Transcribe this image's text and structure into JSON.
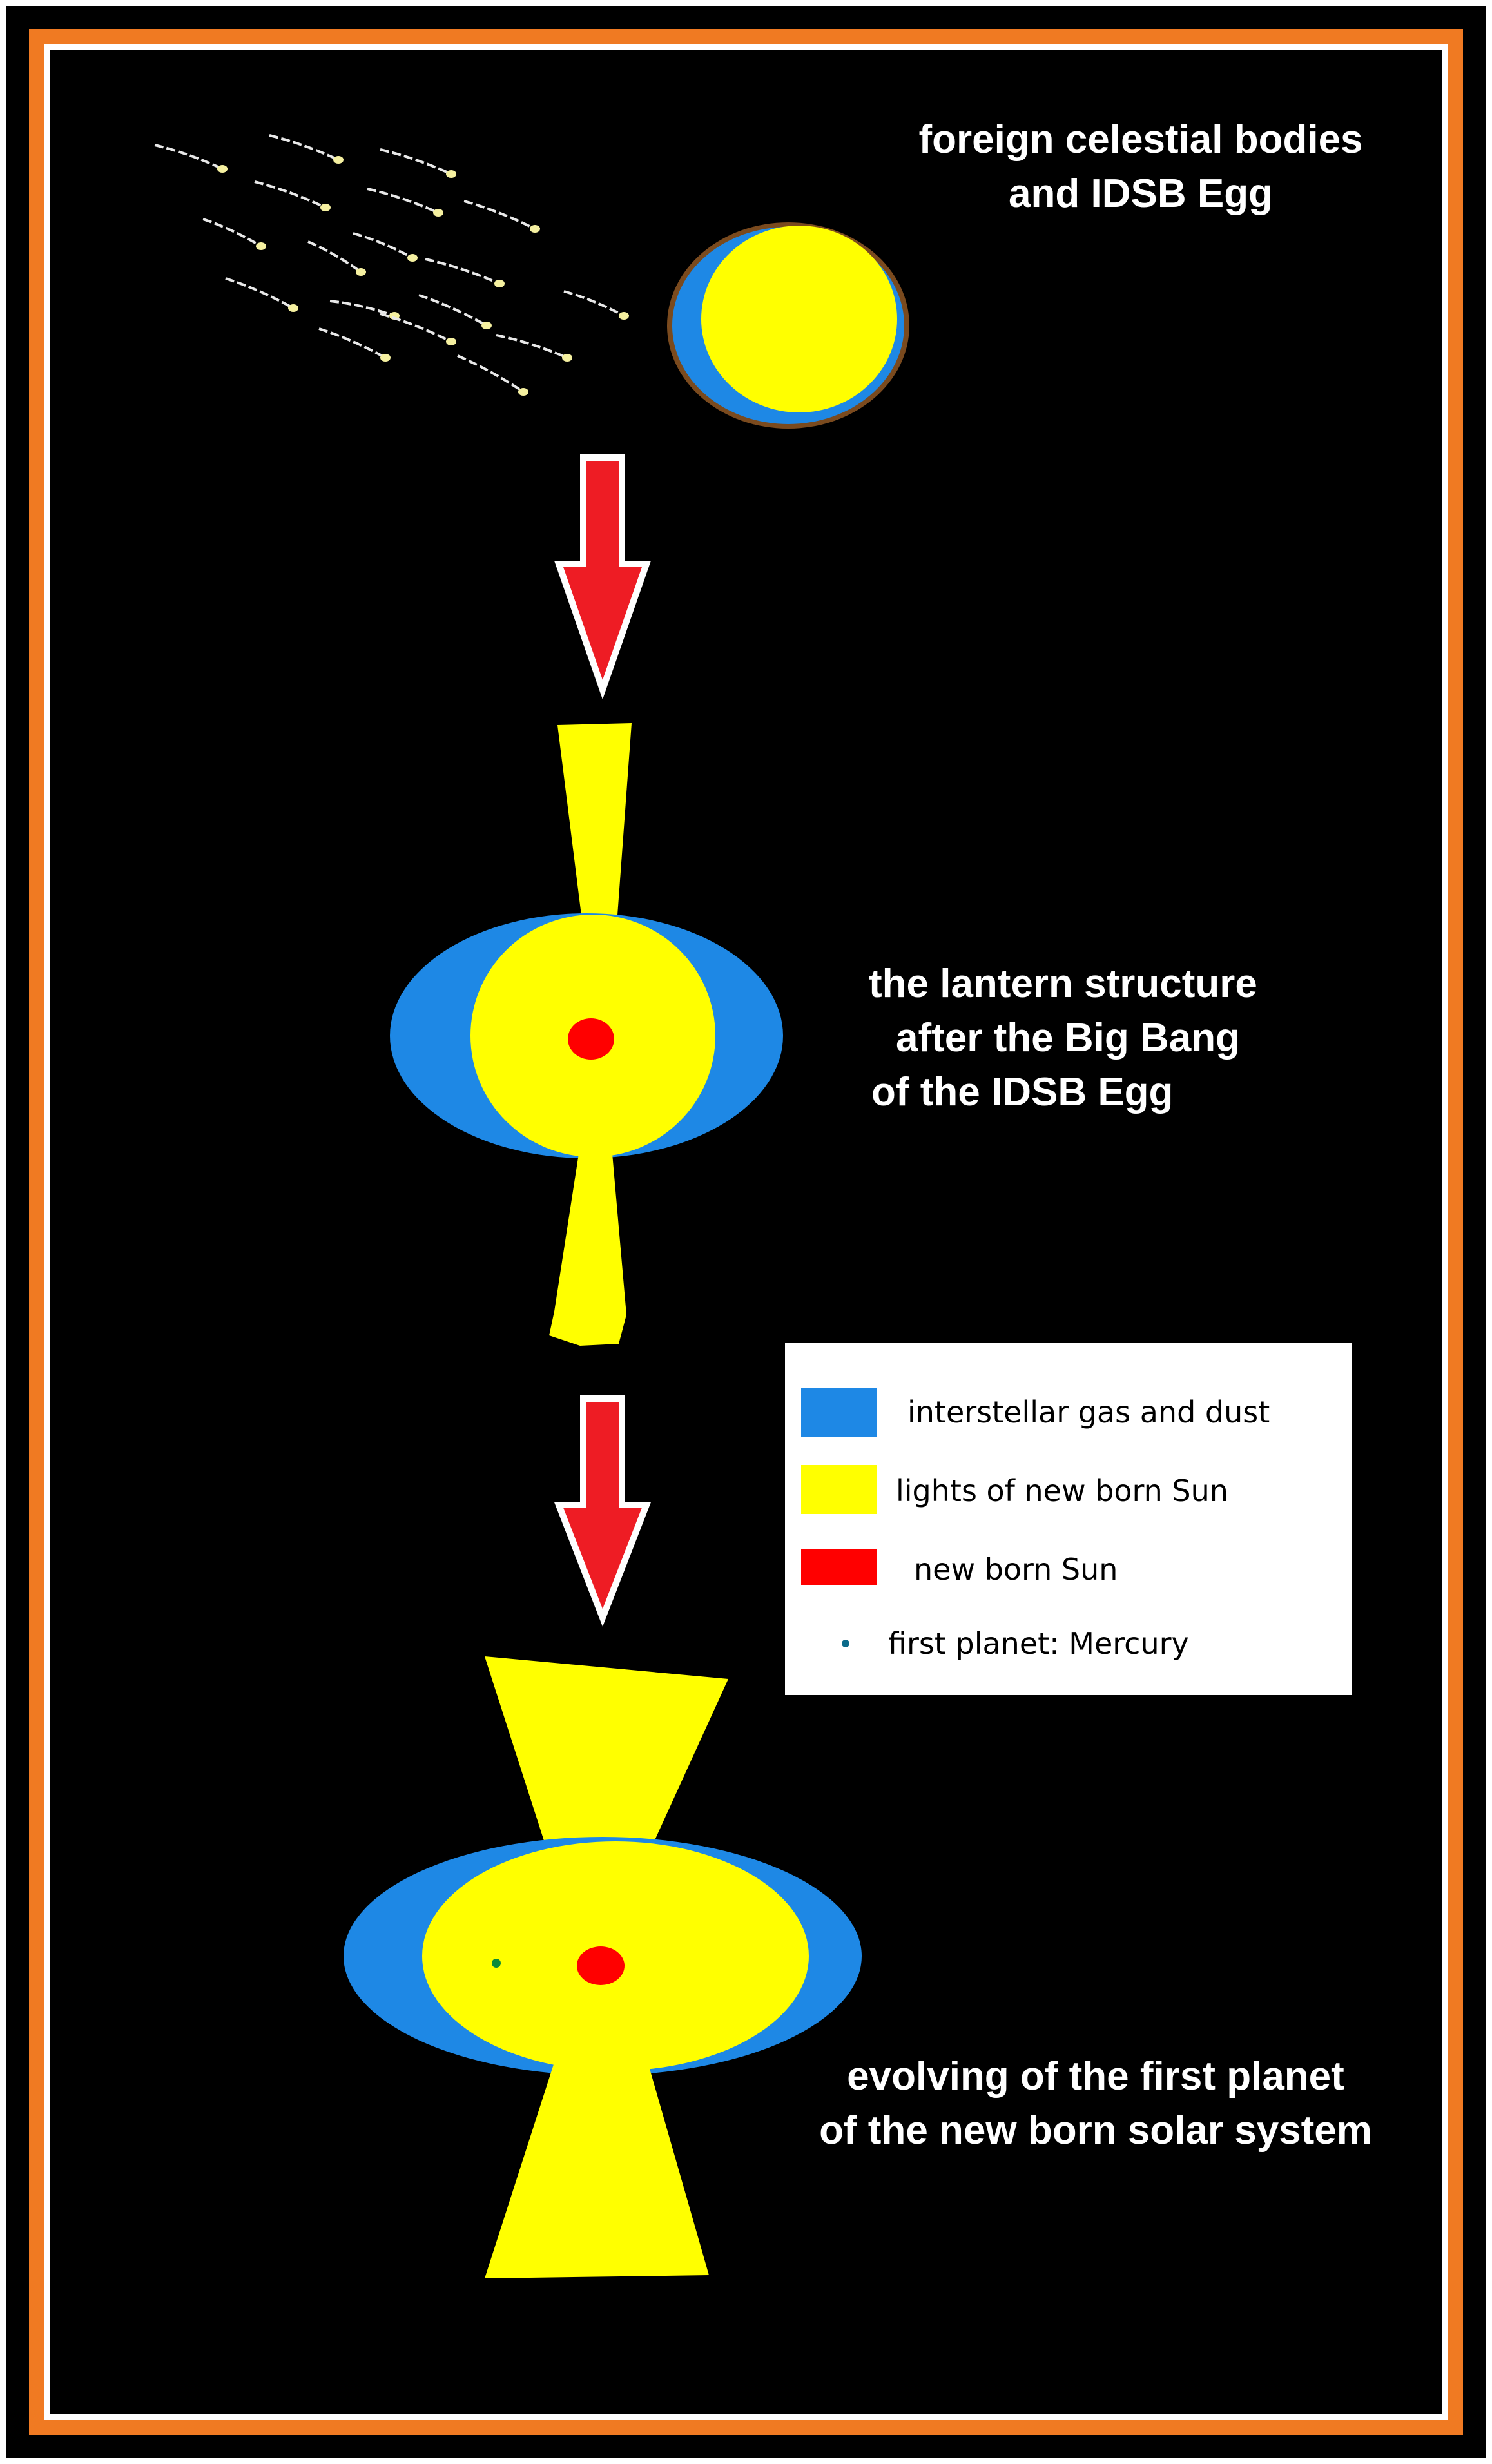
{
  "colors": {
    "background": "#000000",
    "outer_border": "#ffffff",
    "frame": "#f07a22",
    "gas_dust": "#1e88e5",
    "light": "#ffff00",
    "sun": "#ff0000",
    "mercury": "#0a8a3a",
    "egg_rim": "#7a4a1e",
    "arrow": "#ee1c24",
    "comet_tail": "#e8e8e8",
    "comet_head": "#f5f0a0"
  },
  "captions": {
    "stage1": [
      "foreign celestial bodies",
      "and IDSB Egg"
    ],
    "stage2": [
      "the lantern structure",
      "after the Big Bang",
      "of the  IDSB Egg"
    ],
    "stage3": [
      "evolving of the first planet",
      "of the new born solar system"
    ]
  },
  "legend": {
    "items": [
      {
        "label": "interstellar gas and dust",
        "color": "#1e88e5",
        "icon": "swatch-square"
      },
      {
        "label": "lights of new born Sun",
        "color": "#ffff00",
        "icon": "swatch-square"
      },
      {
        "label": "new born Sun",
        "color": "#ff0000",
        "icon": "swatch-square"
      },
      {
        "label": "first planet: Mercury",
        "color": "#0a6a8a",
        "icon": "dot"
      }
    ]
  }
}
